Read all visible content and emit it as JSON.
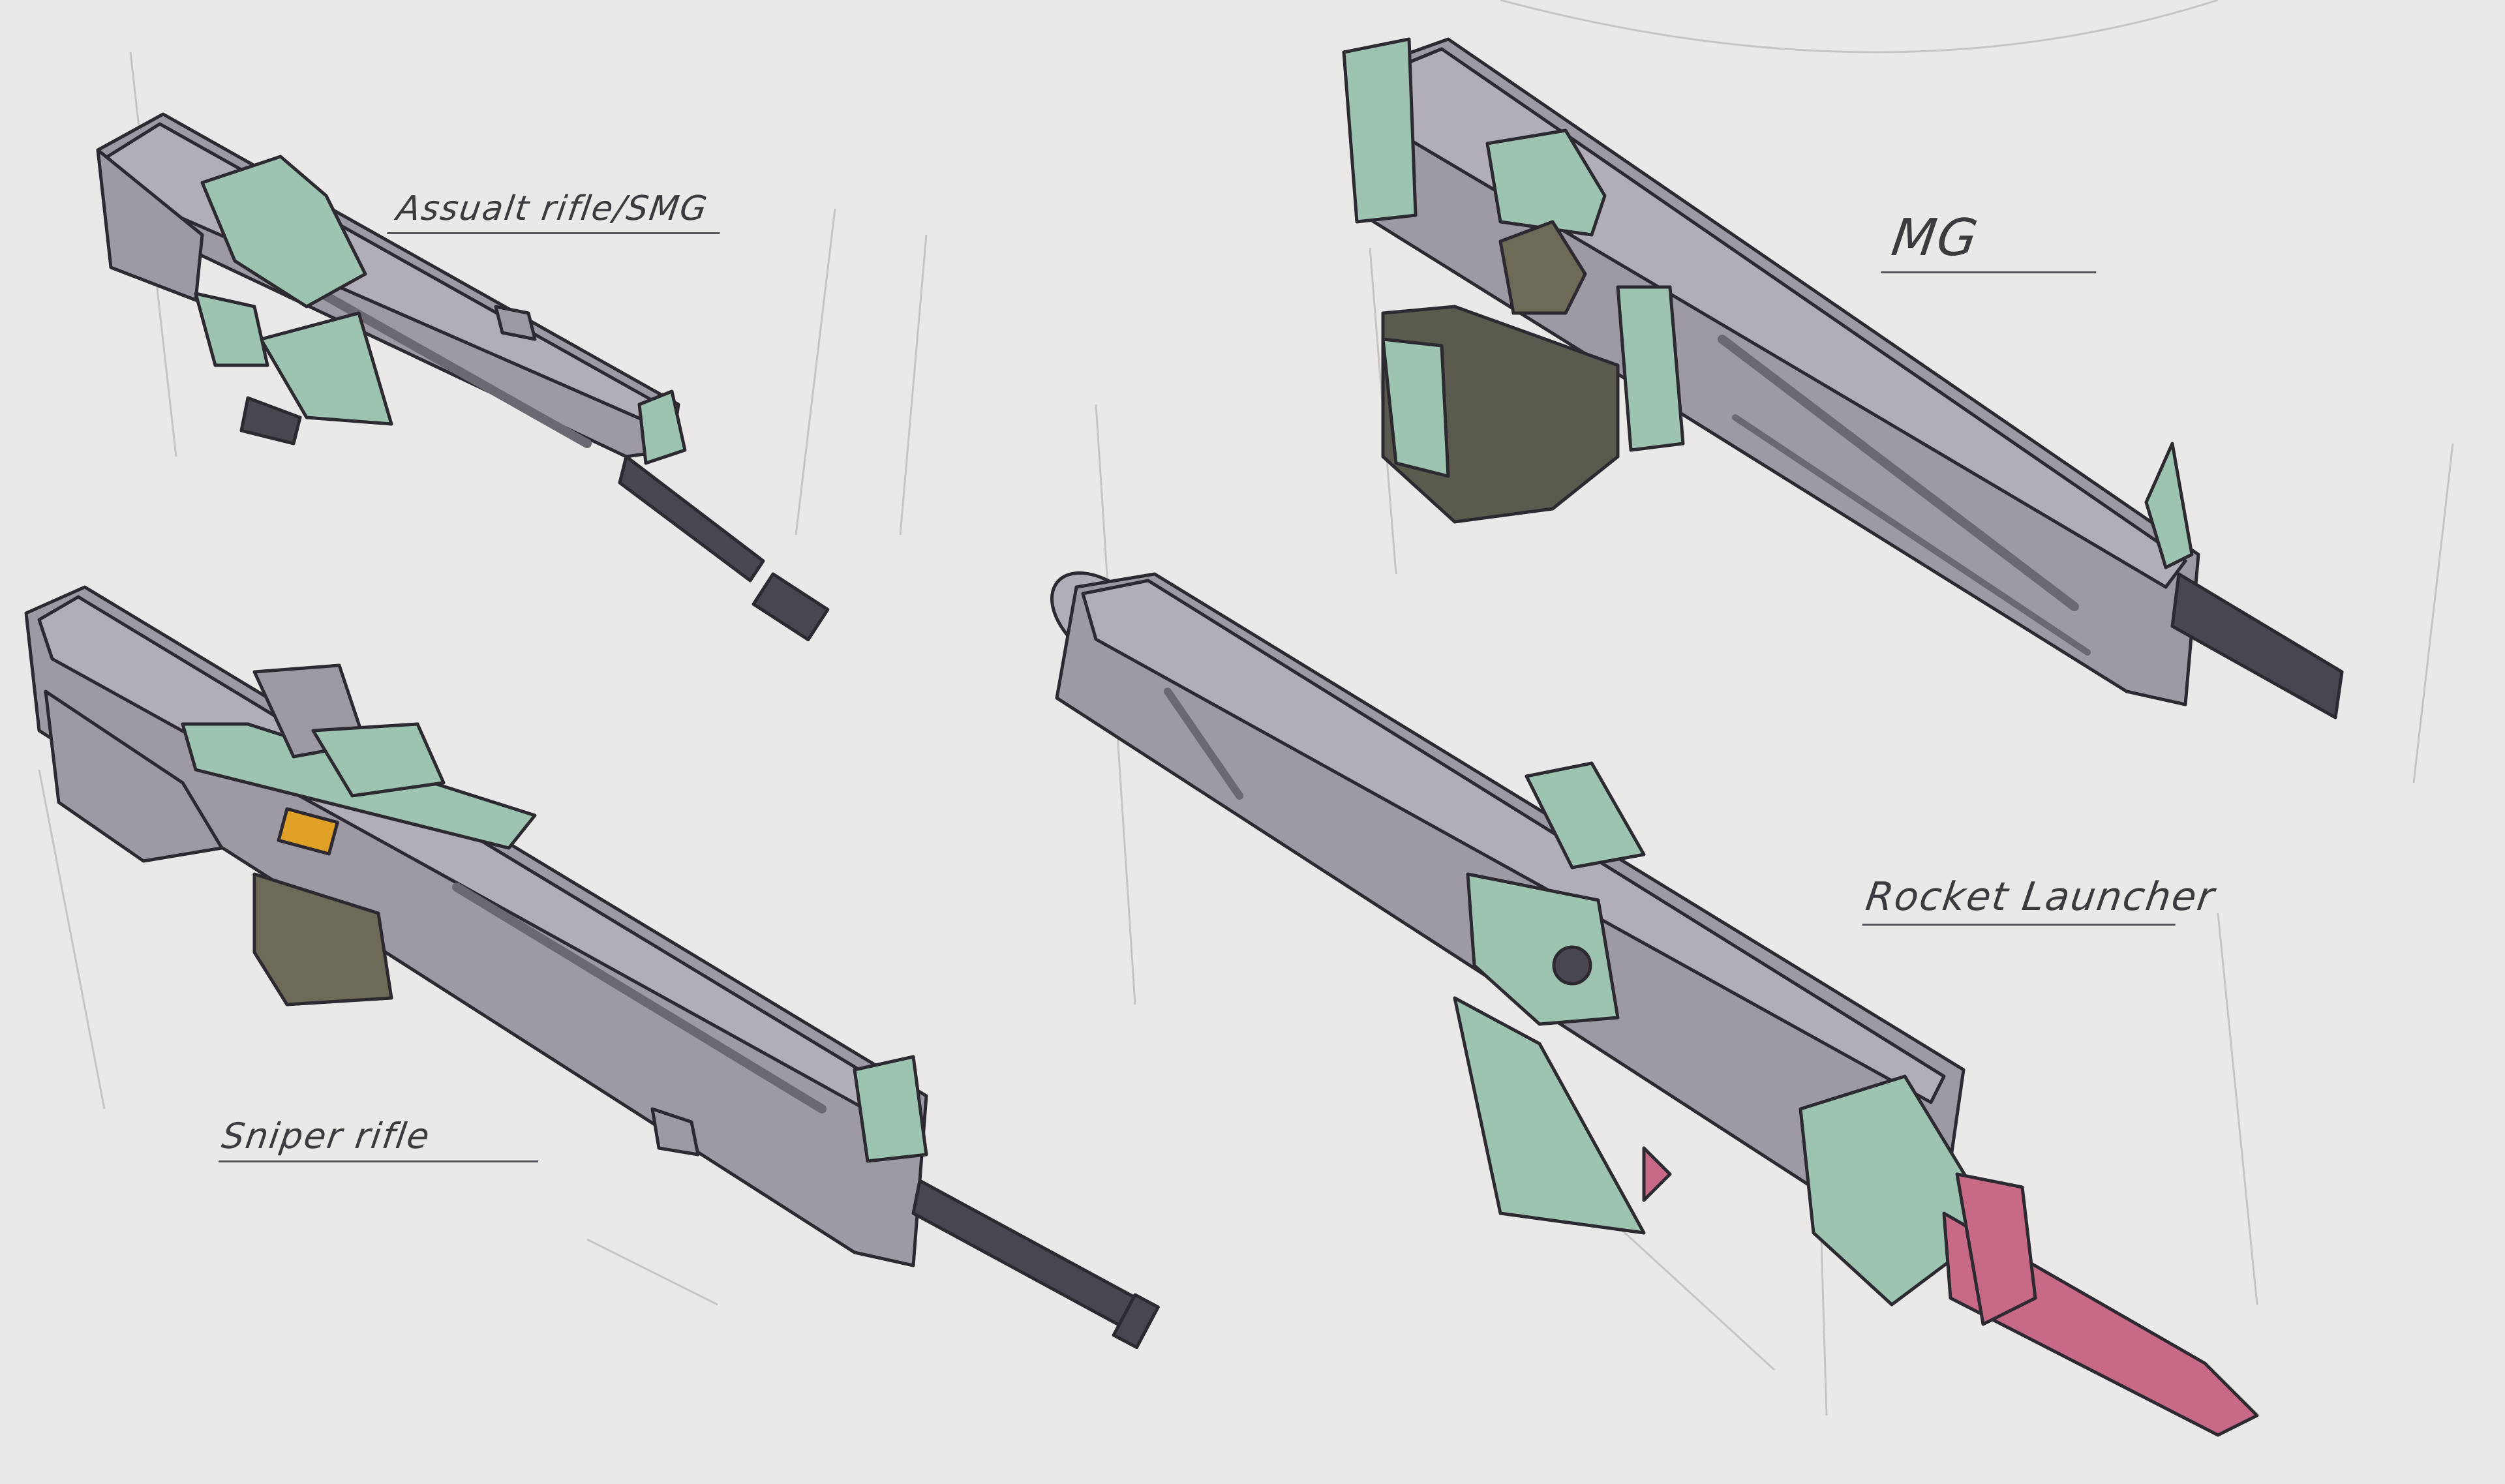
{
  "sheet": {
    "background": "#ebe9e7",
    "palette": {
      "gunmetal": "#9e9aa4",
      "mint_accent": "#9cc4b0",
      "dark_metal": "#4a4650",
      "olive_drum": "#5b5a4e",
      "rocket_pink": "#c86a86",
      "amber_window": "#e0a126"
    }
  },
  "labels": {
    "assault_rifle": "Assualt rifle/SMG",
    "machine_gun": "MG",
    "sniper_rifle": "Sniper rifle",
    "rocket_launcher": "Rocket Launcher"
  },
  "weapons": [
    {
      "id": "assault-rifle",
      "icon": "assault-rifle-icon"
    },
    {
      "id": "machine-gun",
      "icon": "machine-gun-icon"
    },
    {
      "id": "sniper-rifle",
      "icon": "sniper-rifle-icon"
    },
    {
      "id": "rocket-launcher",
      "icon": "rocket-launcher-icon"
    }
  ]
}
